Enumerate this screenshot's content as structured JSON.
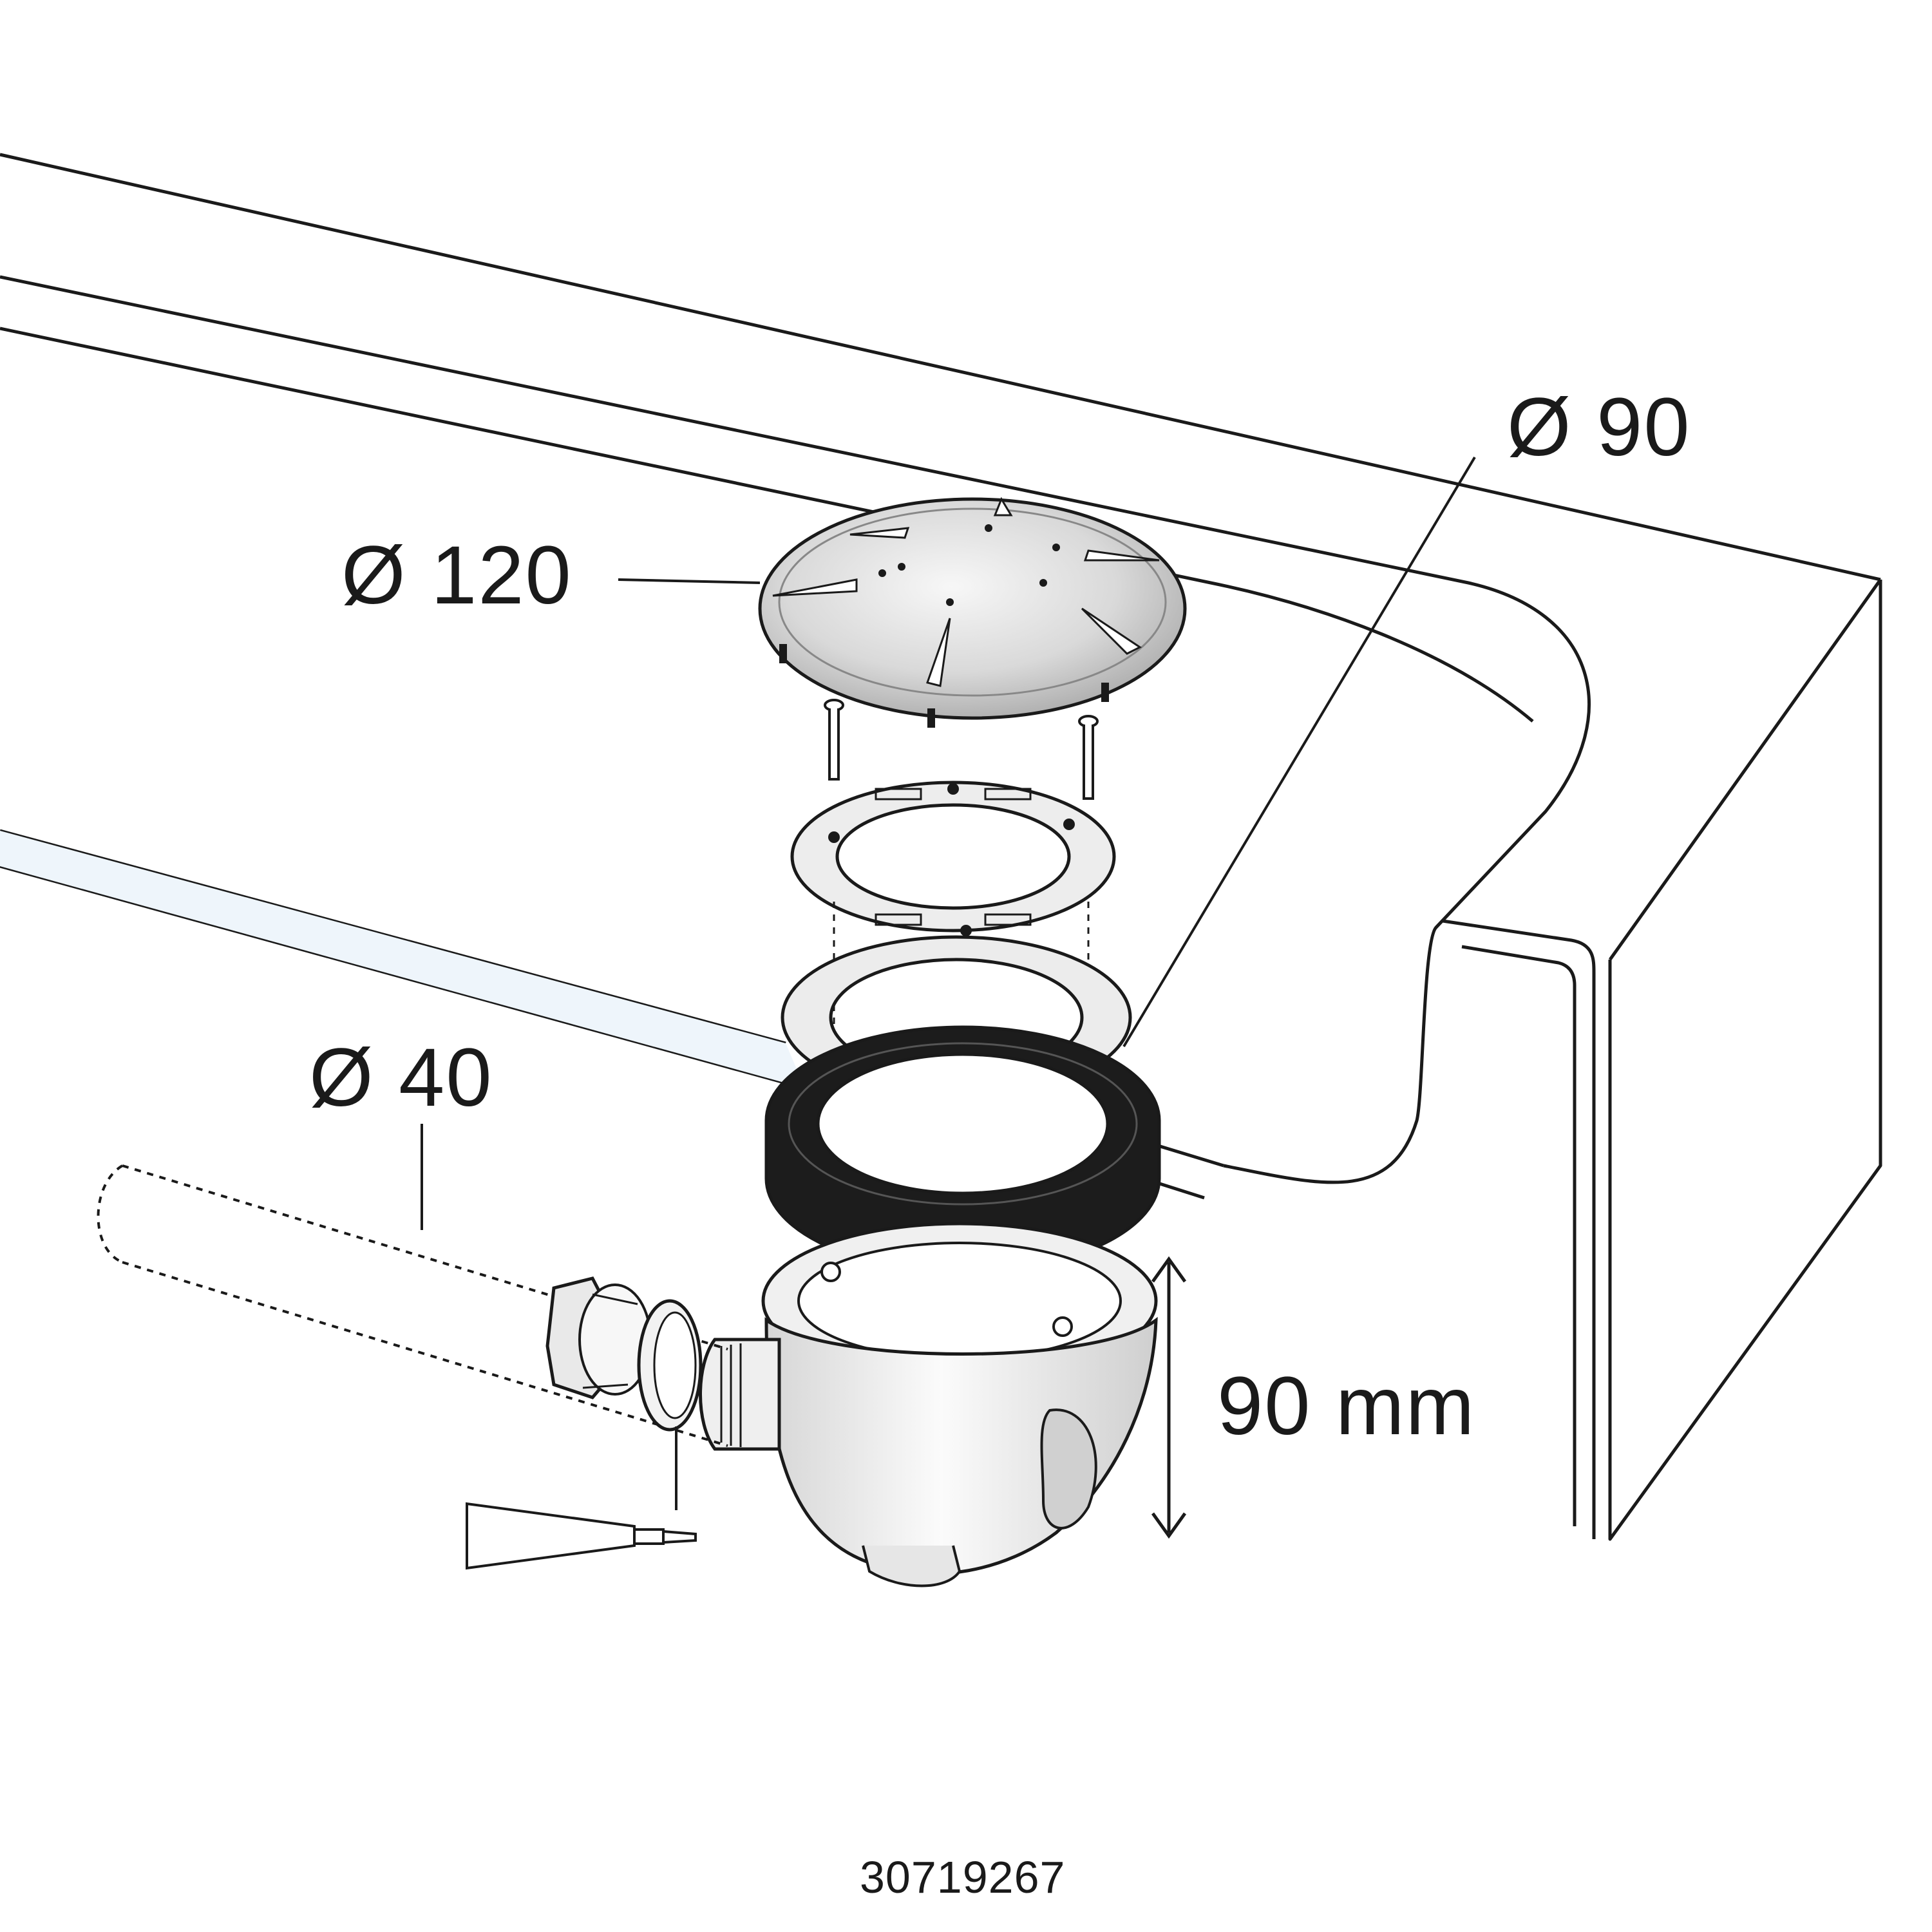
{
  "labels": {
    "cover_diameter": "Ø 120",
    "flange_diameter": "Ø 90",
    "pipe_diameter": "Ø 40",
    "height": "90 mm",
    "article_number": "30719267"
  },
  "colors": {
    "line": "#1a1a1a",
    "gasket": "#1c1c1c",
    "tray_edge": "#eef5fb",
    "cover_center": "#f4f4f4",
    "cover_edge": "#bdbdbd",
    "ring": "#ededed",
    "trap_body": "#f7f7f7"
  }
}
